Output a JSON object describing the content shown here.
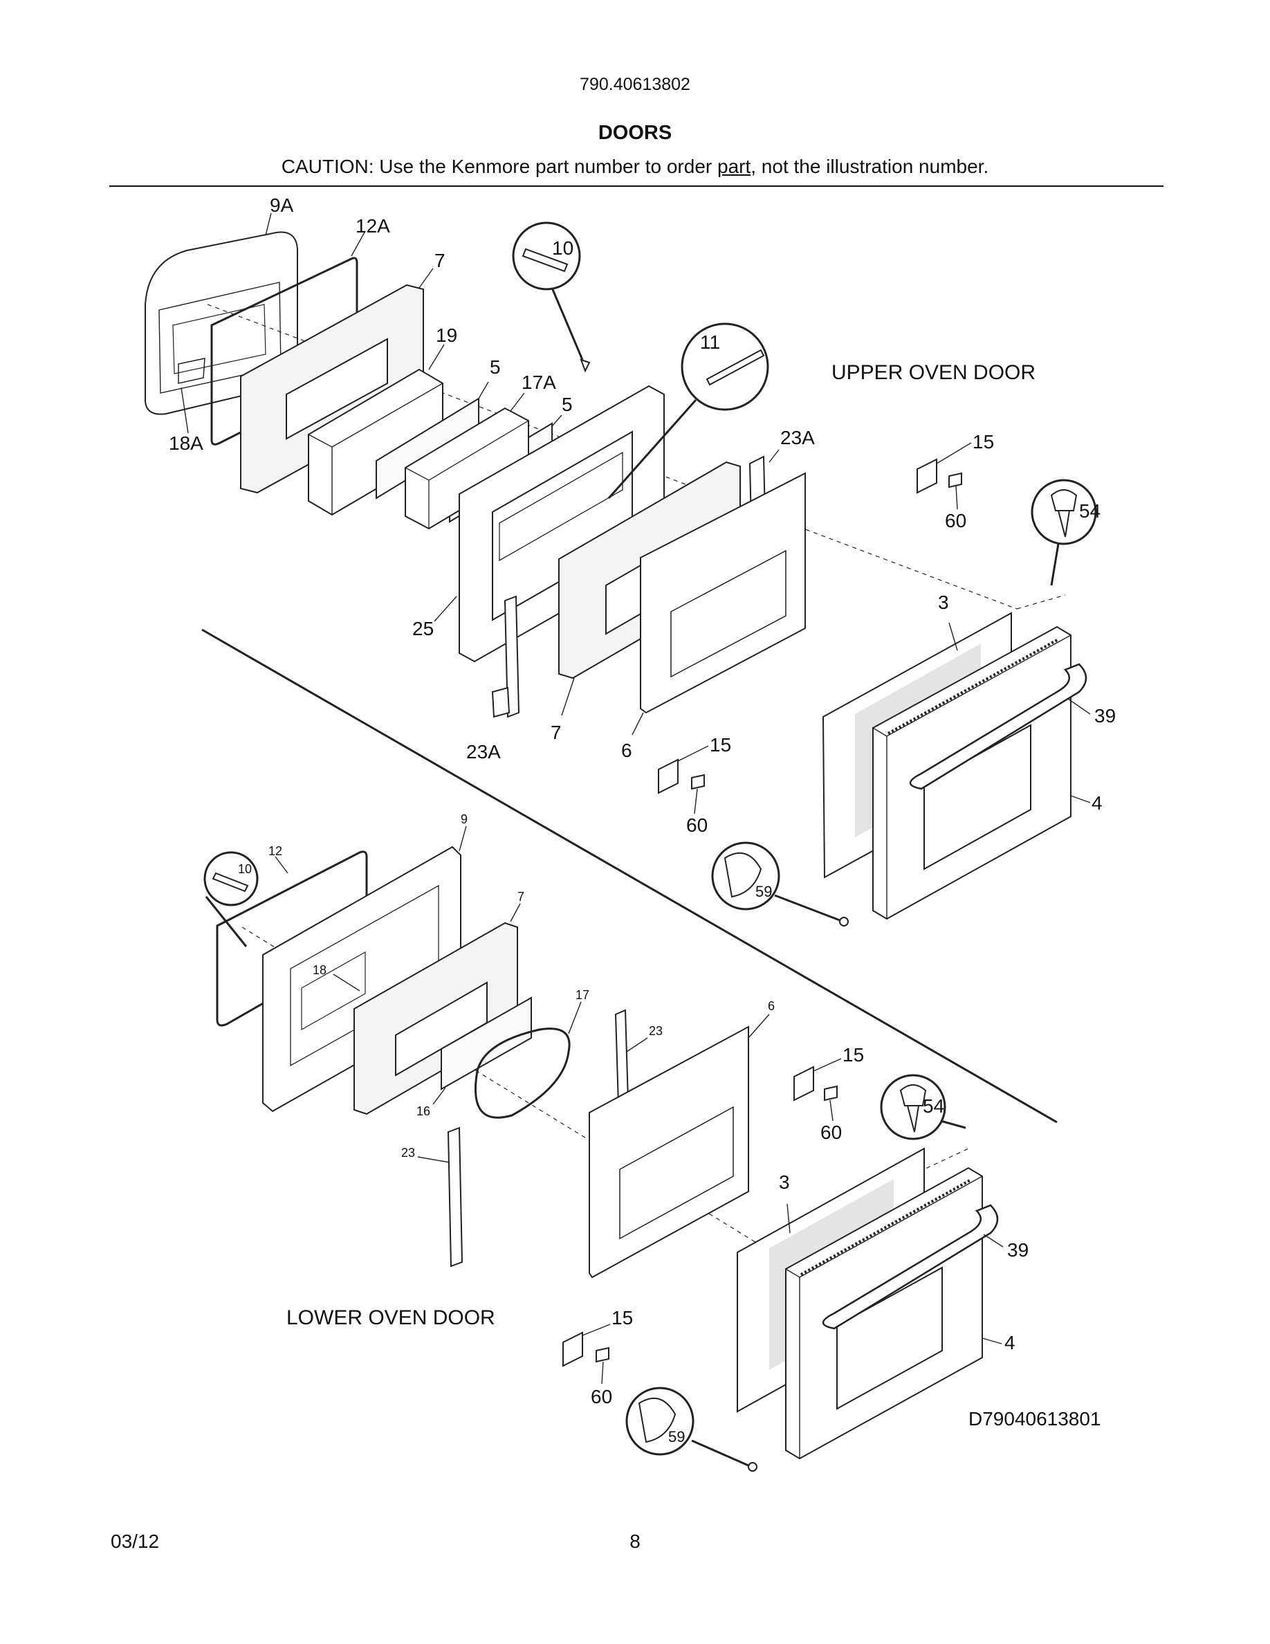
{
  "header": {
    "model_number": "790.40613802",
    "title": "DOORS",
    "caution_prefix": "CAUTION: Use the Kenmore part number to order ",
    "caution_link": "part",
    "caution_suffix": ", not the illustration number."
  },
  "sections": {
    "upper": "UPPER OVEN DOOR",
    "lower": "LOWER OVEN DOOR"
  },
  "drawing_id": "D79040613801",
  "callouts": {
    "upper": [
      "9A",
      "12A",
      "7",
      "19",
      "5",
      "17A",
      "5",
      "18A",
      "25",
      "23A",
      "7",
      "6",
      "23A",
      "15",
      "60",
      "3",
      "39",
      "4",
      "15",
      "60"
    ],
    "upper_bubbles": [
      "10",
      "11",
      "54",
      "59"
    ],
    "lower": [
      "9",
      "12",
      "7",
      "18",
      "17",
      "16",
      "23",
      "6",
      "23",
      "15",
      "60",
      "3",
      "39",
      "4",
      "15",
      "60"
    ],
    "lower_bubbles": [
      "10",
      "54",
      "59"
    ]
  },
  "footer": {
    "date": "03/12",
    "page": "8"
  }
}
